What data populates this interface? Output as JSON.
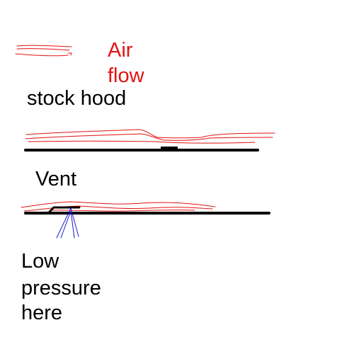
{
  "legend": {
    "line1": "Air",
    "line2": "flow"
  },
  "sections": {
    "stock": {
      "label": "stock hood"
    },
    "vent": {
      "label": "Vent"
    }
  },
  "annotation": {
    "line1": "Low",
    "line2": "pressure",
    "line3": "here"
  },
  "colors": {
    "airflow": "#e31313",
    "surface": "#000000",
    "pointer": "#1a1acc",
    "background": "#ffffff"
  }
}
